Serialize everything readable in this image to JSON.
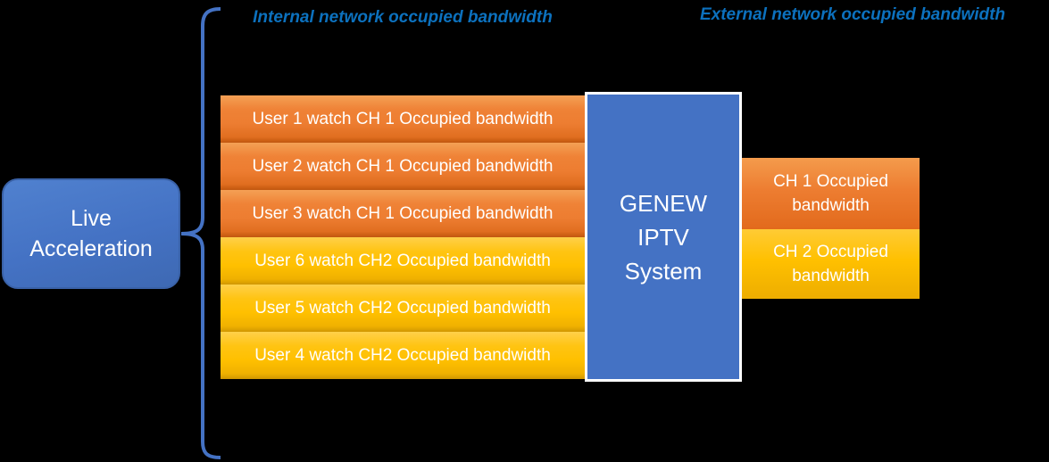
{
  "colors": {
    "background": "#000000",
    "accent_blue": "#4472C4",
    "brace_blue": "#4472C4",
    "section_label_blue": "#0C71BE",
    "bar_orange": "#ED7D31",
    "bar_yellow": "#FFC000",
    "text_white": "#FFFFFF",
    "system_box_border": "#FFFFFF"
  },
  "section_labels": {
    "internal": "Internal network occupied bandwidth",
    "external": "External network occupied bandwidth"
  },
  "source_box": {
    "line1": "Live",
    "line2": "Acceleration"
  },
  "system_box": {
    "line1": "GENEW",
    "line2": "IPTV",
    "line3": "System"
  },
  "internal_bars": [
    {
      "label": "User 1 watch CH 1 Occupied bandwidth",
      "color": "orange"
    },
    {
      "label": "User 2 watch CH 1 Occupied bandwidth",
      "color": "orange"
    },
    {
      "label": "User 3 watch CH 1 Occupied bandwidth",
      "color": "orange"
    },
    {
      "label": "User 6 watch CH2 Occupied bandwidth",
      "color": "yellow"
    },
    {
      "label": "User 5 watch CH2 Occupied bandwidth",
      "color": "yellow"
    },
    {
      "label": "User 4 watch CH2 Occupied bandwidth",
      "color": "yellow"
    }
  ],
  "external_bars": [
    {
      "label": "CH 1 Occupied bandwidth",
      "color": "orange"
    },
    {
      "label": "CH 2 Occupied bandwidth",
      "color": "yellow"
    }
  ]
}
